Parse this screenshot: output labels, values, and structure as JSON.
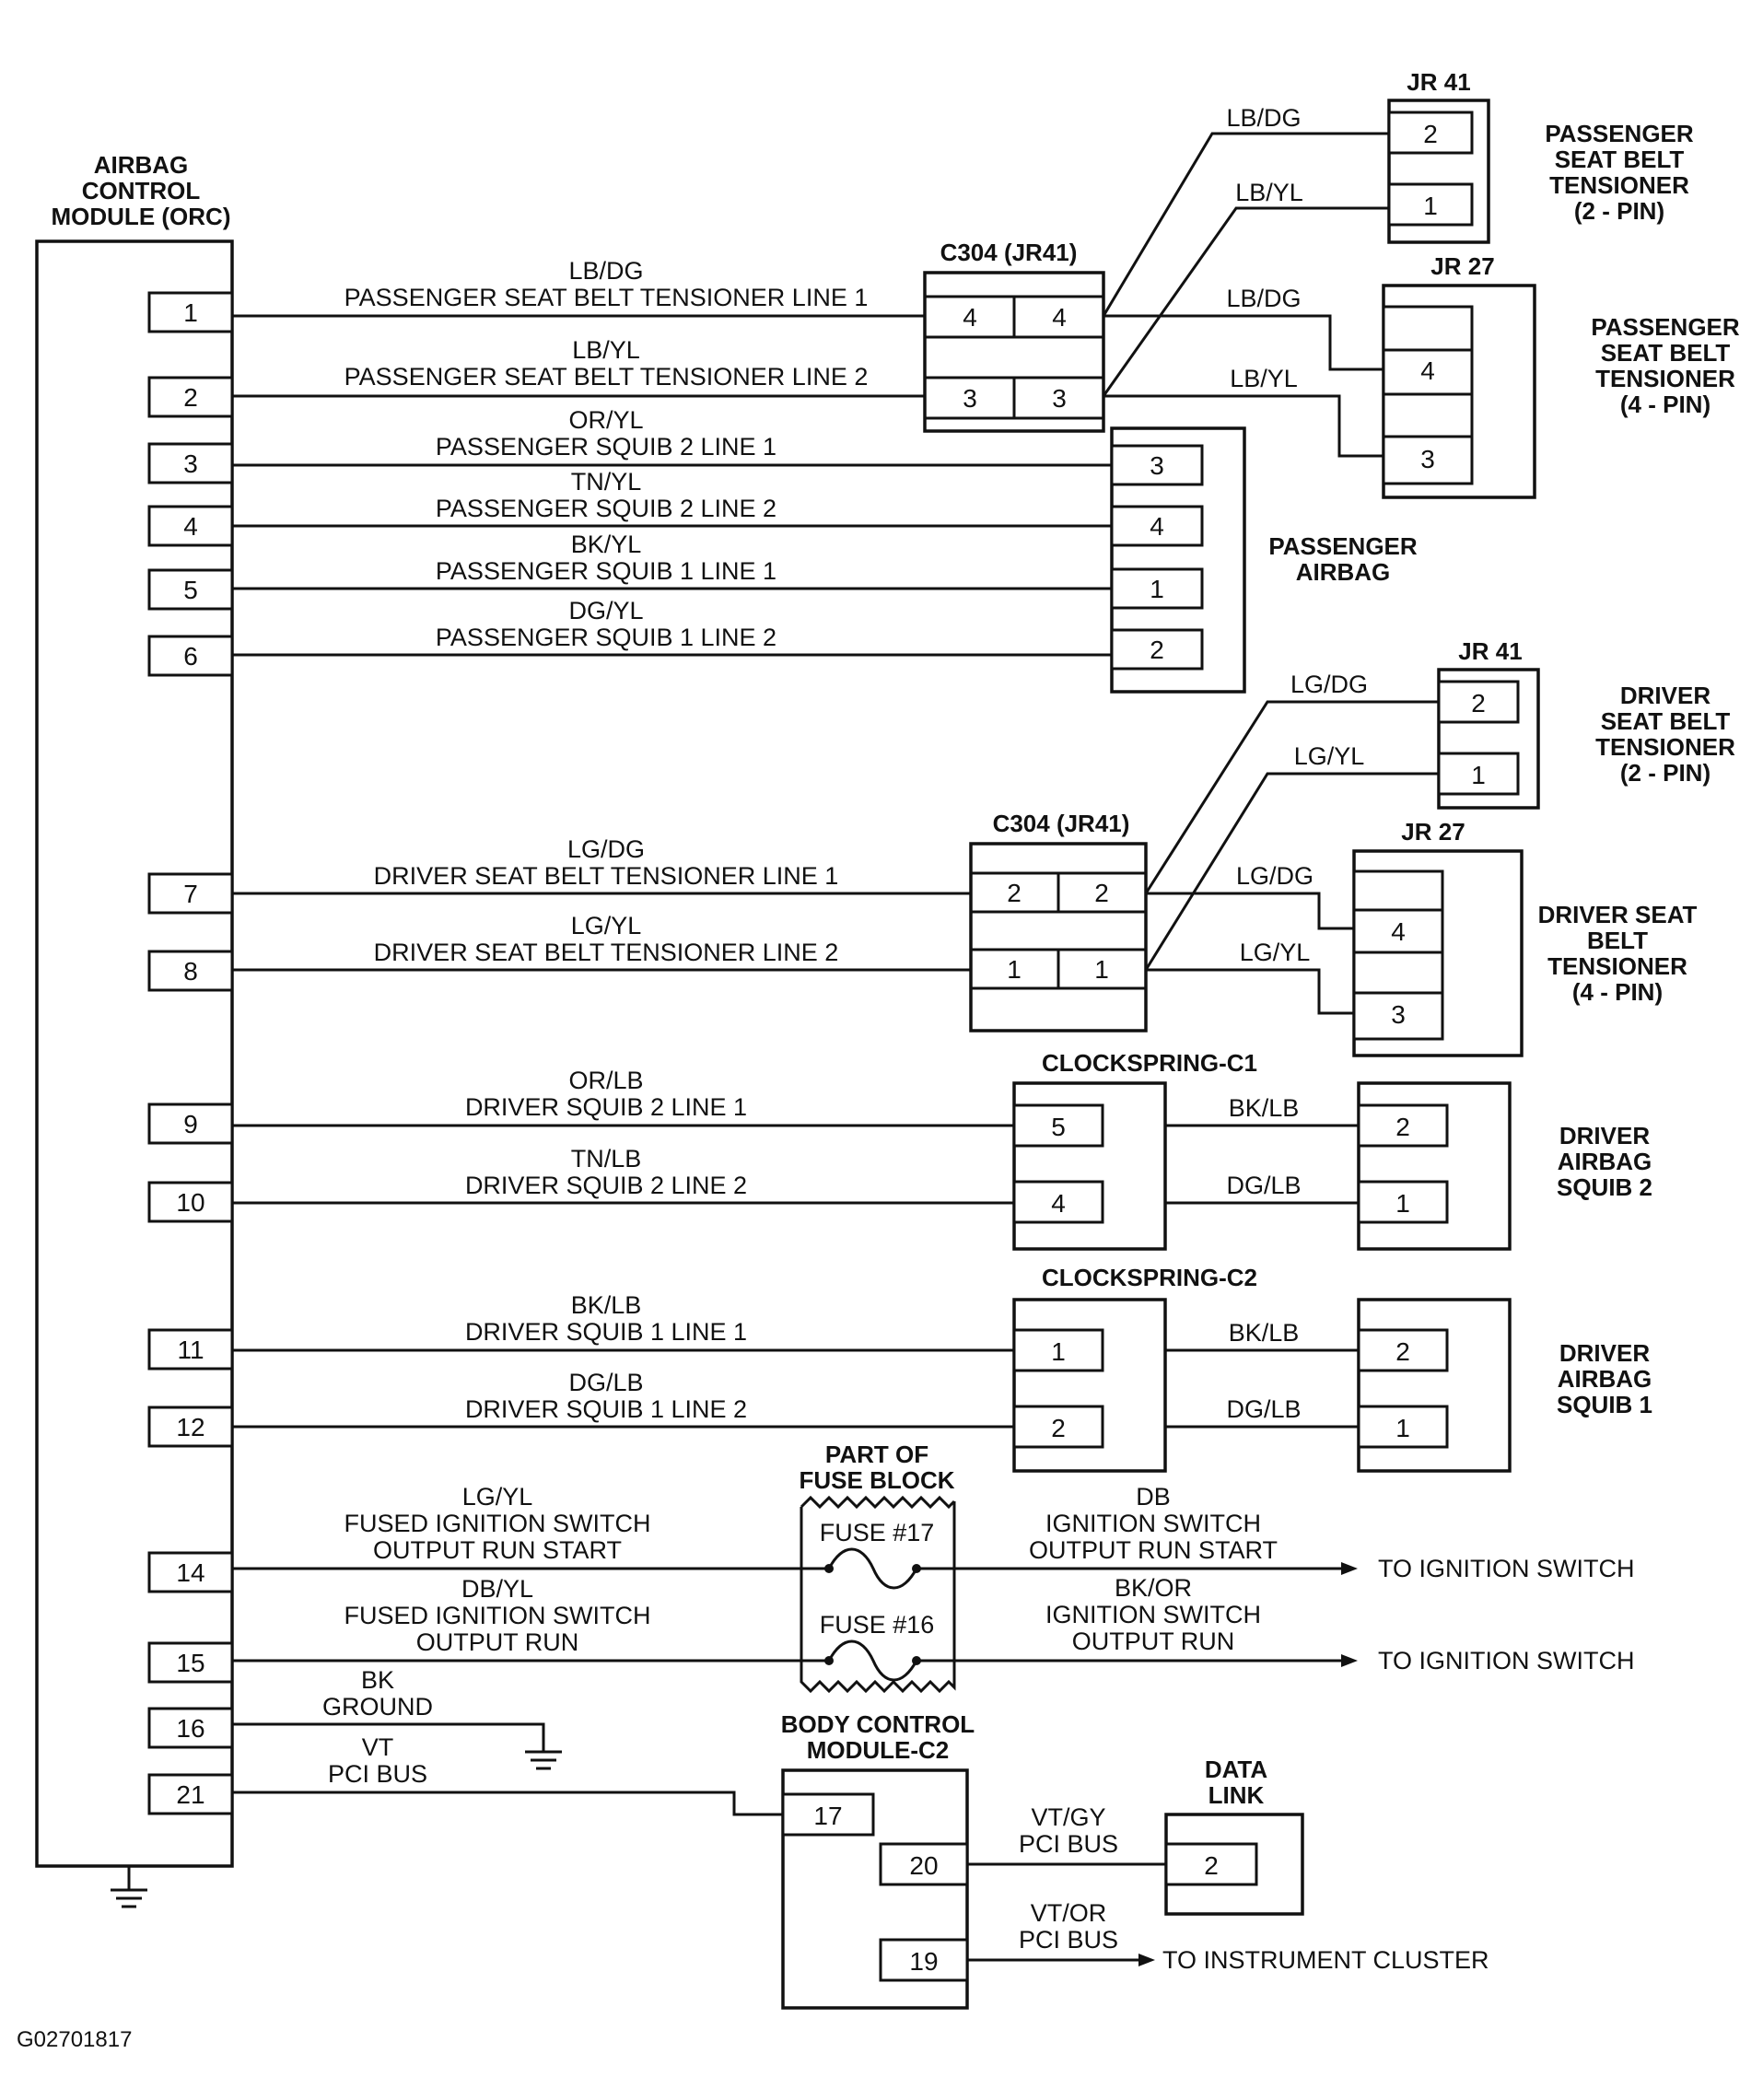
{
  "orc": {
    "title": [
      "AIRBAG",
      "CONTROL",
      "MODULE (ORC)"
    ],
    "pins": [
      "1",
      "2",
      "3",
      "4",
      "5",
      "6",
      "7",
      "8",
      "9",
      "10",
      "11",
      "12",
      "14",
      "15",
      "16",
      "21"
    ]
  },
  "circuits": [
    {
      "id": "c1",
      "color": "LB/DG",
      "name": "PASSENGER SEAT BELT TENSIONER LINE 1"
    },
    {
      "id": "c2",
      "color": "LB/YL",
      "name": "PASSENGER SEAT BELT TENSIONER LINE 2"
    },
    {
      "id": "c3",
      "color": "OR/YL",
      "name": "PASSENGER SQUIB 2 LINE 1"
    },
    {
      "id": "c4",
      "color": "TN/YL",
      "name": "PASSENGER SQUIB 2 LINE 2"
    },
    {
      "id": "c5",
      "color": "BK/YL",
      "name": "PASSENGER SQUIB 1 LINE 1"
    },
    {
      "id": "c6",
      "color": "DG/YL",
      "name": "PASSENGER SQUIB 1 LINE 2"
    },
    {
      "id": "c7",
      "color": "LG/DG",
      "name": "DRIVER SEAT BELT TENSIONER LINE 1"
    },
    {
      "id": "c8",
      "color": "LG/YL",
      "name": "DRIVER SEAT BELT TENSIONER LINE 2"
    },
    {
      "id": "c9",
      "color": "OR/LB",
      "name": "DRIVER SQUIB 2 LINE 1"
    },
    {
      "id": "c10",
      "color": "TN/LB",
      "name": "DRIVER SQUIB 2 LINE 2"
    },
    {
      "id": "c11",
      "color": "BK/LB",
      "name": "DRIVER SQUIB 1 LINE 1"
    },
    {
      "id": "c12",
      "color": "DG/LB",
      "name": "DRIVER SQUIB 1 LINE 2"
    },
    {
      "id": "c14",
      "color": "LG/YL",
      "name": [
        "FUSED IGNITION SWITCH",
        "OUTPUT RUN START"
      ]
    },
    {
      "id": "c15",
      "color": "DB/YL",
      "name": [
        "FUSED IGNITION SWITCH",
        "OUTPUT RUN"
      ]
    },
    {
      "id": "c16",
      "color": "BK",
      "name": "GROUND"
    },
    {
      "id": "c21",
      "color": "VT",
      "name": "PCI BUS"
    }
  ],
  "c304_pass": {
    "title": "C304 (JR41)",
    "pins": [
      "4",
      "4",
      "3",
      "3"
    ]
  },
  "jr41_pass": {
    "title": "JR 41",
    "pins": [
      "2",
      "1"
    ],
    "wires": [
      "LB/DG",
      "LB/YL"
    ],
    "label": [
      "PASSENGER",
      "SEAT BELT",
      "TENSIONER",
      "(2 - PIN)"
    ]
  },
  "jr27_pass": {
    "title": "JR 27",
    "pins": [
      "4",
      "3"
    ],
    "wires": [
      "LB/DG",
      "LB/YL"
    ],
    "label": [
      "PASSENGER",
      "SEAT BELT",
      "TENSIONER",
      "(4 - PIN)"
    ]
  },
  "pass_airbag": {
    "pins": [
      "3",
      "4",
      "1",
      "2"
    ],
    "label": [
      "PASSENGER",
      "AIRBAG"
    ]
  },
  "c304_drv": {
    "title": "C304 (JR41)",
    "pins": [
      "2",
      "2",
      "1",
      "1"
    ]
  },
  "jr41_drv": {
    "title": "JR 41",
    "pins": [
      "2",
      "1"
    ],
    "wires": [
      "LG/DG",
      "LG/YL"
    ],
    "label": [
      "DRIVER",
      "SEAT BELT",
      "TENSIONER",
      "(2 - PIN)"
    ]
  },
  "jr27_drv": {
    "title": "JR 27",
    "pins": [
      "4",
      "3"
    ],
    "wires": [
      "LG/DG",
      "LG/YL"
    ],
    "label": [
      "DRIVER SEAT",
      "BELT",
      "TENSIONER",
      "(4 - PIN)"
    ]
  },
  "clock_c1": {
    "title": "CLOCKSPRING-C1",
    "pins": [
      "5",
      "4"
    ],
    "wires": [
      "BK/LB",
      "DG/LB"
    ]
  },
  "squib2": {
    "pins": [
      "2",
      "1"
    ],
    "label": [
      "DRIVER",
      "AIRBAG",
      "SQUIB 2"
    ]
  },
  "clock_c2": {
    "title": "CLOCKSPRING-C2",
    "pins": [
      "1",
      "2"
    ],
    "wires": [
      "BK/LB",
      "DG/LB"
    ]
  },
  "squib1": {
    "pins": [
      "2",
      "1"
    ],
    "label": [
      "DRIVER",
      "AIRBAG",
      "SQUIB 1"
    ]
  },
  "fuse_block": {
    "title": [
      "PART OF",
      "FUSE BLOCK"
    ],
    "fuse17": "FUSE #17",
    "fuse16": "FUSE #16"
  },
  "ign_out": [
    {
      "color": "DB",
      "name": [
        "IGNITION SWITCH",
        "OUTPUT RUN START"
      ],
      "to": "TO IGNITION SWITCH"
    },
    {
      "color": "BK/OR",
      "name": [
        "IGNITION SWITCH",
        "OUTPUT RUN"
      ],
      "to": "TO IGNITION SWITCH"
    }
  ],
  "bcm": {
    "title": [
      "BODY CONTROL",
      "MODULE-C2"
    ],
    "pins": [
      "17",
      "20",
      "19"
    ]
  },
  "data_link": {
    "title": [
      "DATA",
      "LINK"
    ],
    "pin": "2",
    "wire": [
      "VT/GY",
      "PCI BUS"
    ]
  },
  "cluster": {
    "wire": [
      "VT/OR",
      "PCI BUS"
    ],
    "to": "TO INSTRUMENT CLUSTER"
  },
  "figure_id": "G02701817"
}
